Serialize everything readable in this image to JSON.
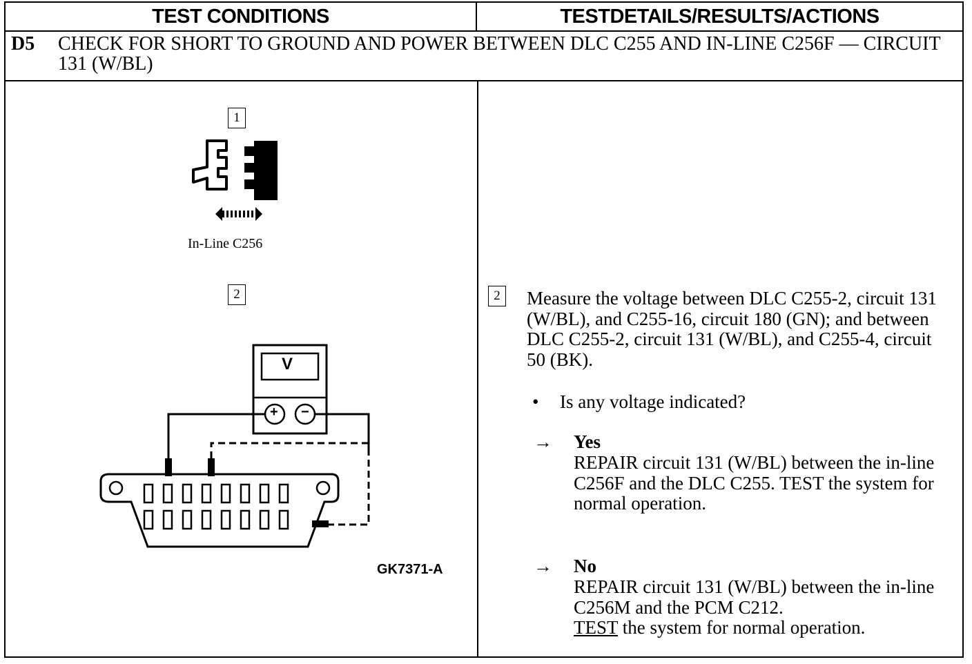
{
  "header": {
    "left": "TEST CONDITIONS",
    "right": "TESTDETAILS/RESULTS/ACTIONS"
  },
  "step": {
    "number": "D5",
    "title": "CHECK FOR SHORT TO GROUND AND POWER BETWEEN DLC C255 AND IN-LINE C256F — CIRCUIT 131 (W/BL)"
  },
  "diagram": {
    "step1_label": "1",
    "connector_caption": "In-Line C256",
    "step2_label": "2",
    "meter_display": "V",
    "meter_plus": "+",
    "meter_minus": "−",
    "figure_code": "GK7371-A"
  },
  "details": {
    "step_label": "2",
    "instruction": "Measure the voltage between DLC C255-2, circuit 131 (W/BL), and C255-16, circuit 180 (GN); and between DLC C255-2, circuit 131 (W/BL), and C255-4, circuit 50 (BK).",
    "bullet_symbol": "•",
    "question": "Is any voltage indicated?",
    "arrow_symbol": "→",
    "yes": {
      "label": "Yes",
      "text": "REPAIR circuit 131 (W/BL) between the in-line C256F and the DLC C255. TEST the system for normal operation."
    },
    "no": {
      "label": "No",
      "text_part1": "REPAIR circuit 131 (W/BL) between the in-line C256M and the PCM C212.",
      "text_part2": "TEST",
      "text_part3": " the system for normal operation."
    }
  }
}
